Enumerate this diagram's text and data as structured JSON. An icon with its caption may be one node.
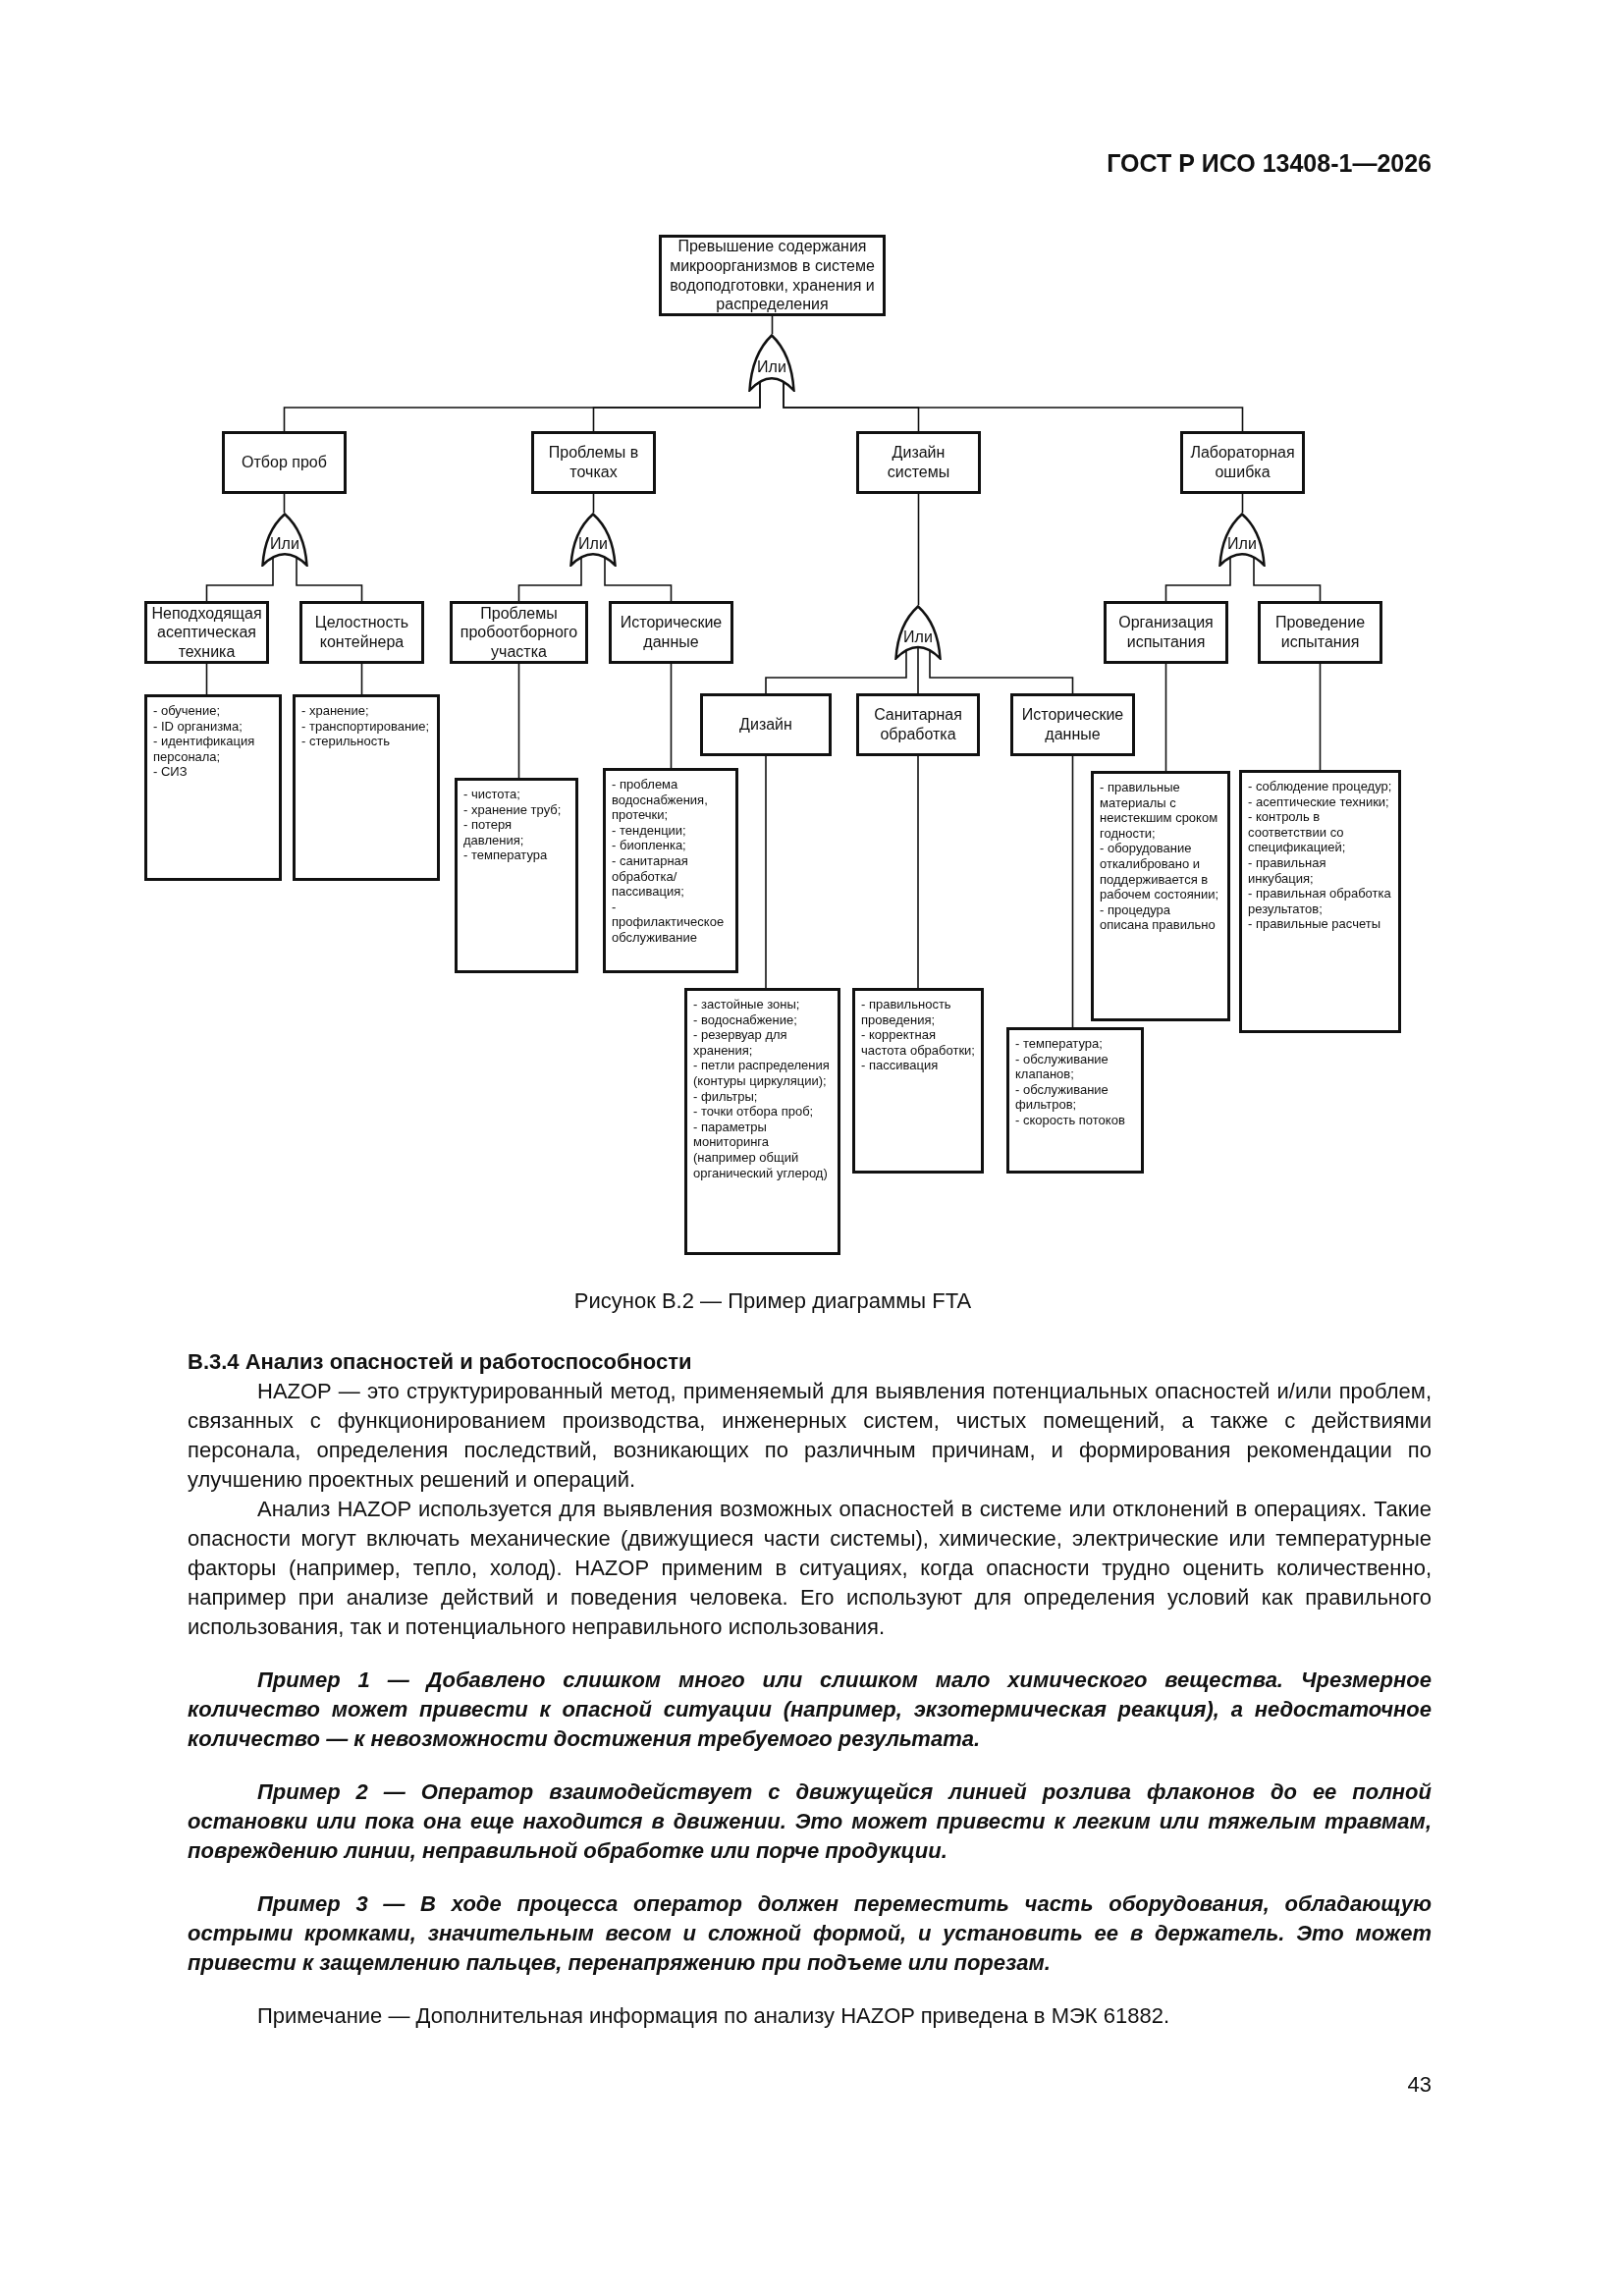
{
  "diagram": {
    "caption": "Рисунок В.2 — Пример диаграммы FTA",
    "nodes": [
      {
        "text": [
          "Превышение содержания микроорганизмов в системе водоподготовки, хранения и распределения"
        ]
      },
      {
        "text": [
          "Или"
        ]
      },
      {
        "text": [
          "Отбор проб"
        ]
      },
      {
        "text": [
          "Проблемы в точках"
        ]
      },
      {
        "text": [
          "Дизайн системы"
        ]
      },
      {
        "text": [
          "Лабораторная ошибка"
        ]
      },
      {
        "text": [
          "Или"
        ]
      },
      {
        "text": [
          "Или"
        ]
      },
      {
        "text": [
          "Или"
        ]
      },
      {
        "text": [
          "Или"
        ]
      },
      {
        "text": [
          "Неподходящая асептическая техника"
        ]
      },
      {
        "text": [
          "Целостность контейнера"
        ]
      },
      {
        "text": [
          "Проблемы пробоотборного участка"
        ]
      },
      {
        "text": [
          "Исторические данные"
        ]
      },
      {
        "text": [
          "Дизайн"
        ]
      },
      {
        "text": [
          "Санитарная обработка"
        ]
      },
      {
        "text": [
          "Исторические данные"
        ]
      },
      {
        "text": [
          "Организация испытания"
        ]
      },
      {
        "text": [
          "Проведение испытания"
        ]
      },
      {
        "text": [
          "- обучение;",
          "- ID организма;",
          "- идентификация персонала;",
          "- СИЗ"
        ]
      },
      {
        "text": [
          "- хранение;",
          "- транспортирование;",
          "- стерильность"
        ]
      },
      {
        "text": [
          "- чистота;",
          "- хранение труб;",
          "- потеря давления;",
          "- температура"
        ]
      },
      {
        "text": [
          "- проблема водоснабжения, протечки;",
          "- тенденции;",
          "- биопленка;",
          "- санитарная обработка/ пассивация;",
          "- профилактическое обслуживание"
        ]
      },
      {
        "text": [
          "- застойные зоны;",
          "- водоснабжение;",
          "- резервуар для хранения;",
          "- петли распределения (контуры циркуляции);",
          "- фильтры;",
          "- точки отбора проб;",
          "- параметры мониторинга (например общий органический углерод)"
        ]
      },
      {
        "text": [
          "- правильность проведения;",
          "- корректная частота обработки;",
          "- пассивация"
        ]
      },
      {
        "text": [
          "- температура;",
          "- обслуживание клапанов;",
          "- обслуживание фильтров;",
          "- скорость потоков"
        ]
      },
      {
        "text": [
          "- правильные материалы с неистекшим сроком годности;",
          "- оборудование откалибровано и поддерживается в рабочем состоянии;",
          "- процедура описана правильно"
        ]
      },
      {
        "text": [
          "- соблюдение процедур;",
          "- асептические техники;",
          "- контроль в соответствии со спецификацией;",
          "- правильная инкубация;",
          "- правильная обработка результатов;",
          "- правильные расчеты"
        ]
      }
    ],
    "edges": [
      {
        "from": 0,
        "to": 1,
        "arrow": "none"
      },
      {
        "from": 1,
        "to": 2,
        "arrow": "none"
      },
      {
        "from": 1,
        "to": 3,
        "arrow": "none"
      },
      {
        "from": 1,
        "to": 4,
        "arrow": "none"
      },
      {
        "from": 1,
        "to": 5,
        "arrow": "none"
      },
      {
        "from": 2,
        "to": 6,
        "arrow": "none"
      },
      {
        "from": 3,
        "to": 7,
        "arrow": "none"
      },
      {
        "from": 4,
        "to": 8,
        "arrow": "none"
      },
      {
        "from": 5,
        "to": 9,
        "arrow": "none"
      },
      {
        "from": 6,
        "to": 10,
        "arrow": "none"
      },
      {
        "from": 6,
        "to": 11,
        "arrow": "none"
      },
      {
        "from": 7,
        "to": 12,
        "arrow": "none"
      },
      {
        "from": 7,
        "to": 13,
        "arrow": "none"
      },
      {
        "from": 8,
        "to": 14,
        "arrow": "none"
      },
      {
        "from": 8,
        "to": 15,
        "arrow": "none"
      },
      {
        "from": 8,
        "to": 16,
        "arrow": "none"
      },
      {
        "from": 9,
        "to": 17,
        "arrow": "none"
      },
      {
        "from": 9,
        "to": 18,
        "arrow": "none"
      },
      {
        "from": 10,
        "to": 19,
        "arrow": "none"
      },
      {
        "from": 11,
        "to": 20,
        "arrow": "none"
      },
      {
        "from": 12,
        "to": 21,
        "arrow": "none"
      },
      {
        "from": 13,
        "to": 22,
        "arrow": "none"
      },
      {
        "from": 14,
        "to": 23,
        "arrow": "none"
      },
      {
        "from": 15,
        "to": 24,
        "arrow": "none"
      },
      {
        "from": 16,
        "to": 25,
        "arrow": "none"
      },
      {
        "from": 17,
        "to": 26,
        "arrow": "none"
      },
      {
        "from": 18,
        "to": 27,
        "arrow": "none"
      }
    ],
    "labels": [
      "ГОСТ Р ИСО 13408-1—2026",
      "В.3.4 Анализ опасностей и работоспособности",
      "HAZOP — это структурированный метод, применяемый для выявления потенциальных опасностей и/или проблем, связанных с функционированием производства, инженерных систем, чистых помещений, а также с действиями персонала, определения последствий, возникающих по различным причинам, и формирования рекомендации по улучшению проектных решений и операций.",
      "Анализ HAZOP используется для выявления возможных опасностей в системе или отклонений в операциях. Такие опасности могут включать механические (движущиеся части системы), химические, электрические или температурные факторы (например, тепло, холод). HAZOP применим в ситуациях, когда опасности трудно оценить количественно, например при анализе действий и поведения человека. Его используют для определения условий как правильного использования, так и потенциального неправильного использования.",
      "Пример 1 — Добавлено слишком много или слишком мало химического вещества. Чрезмерное количество может привести к опасной ситуации (например, экзотермическая реакция), а недостаточное количество — к невозможности достижения требуемого результата.",
      "Пример 2 — Оператор взаимодействует с движущейся линией розлива флаконов до ее полной остановки или пока она еще находится в движении. Это может привести к легким или тяжелым травмам, повреждению линии, неправильной обработке или порче продукции.",
      "Пример 3 — В ходе процесса оператор должен переместить часть оборудования, обладающую острыми кромками, значительным весом и сложной формой, и установить ее в держатель. Это может привести к защемлению пальцев, перенапряжению при подъеме или порезам.",
      "Примечание — Дополнительная информация по анализу HAZOP приведена в МЭК 61882.",
      "43"
    ]
  }
}
